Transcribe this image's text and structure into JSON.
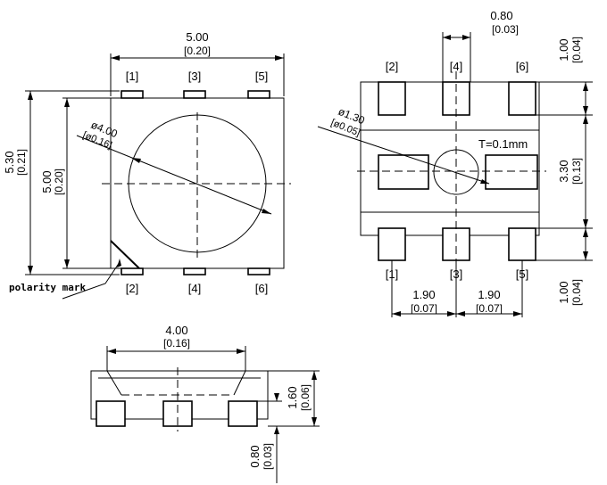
{
  "top_view": {
    "width": "5.00",
    "width_in": "[0.20]",
    "height_outer": "5.30",
    "height_outer_in": "[0.21]",
    "height_inner": "5.00",
    "height_inner_in": "[0.20]",
    "lens": "ø4.00",
    "lens_in": "[ø0.16]",
    "pins_top": [
      "[1]",
      "[3]",
      "[5]"
    ],
    "pins_bottom": [
      "[2]",
      "[4]",
      "[6]"
    ],
    "polarity_label": "polarity mark"
  },
  "bottom_view": {
    "pad_width": "0.80",
    "pad_width_in": "[0.03]",
    "pad_height": "1.00",
    "pad_height_in": "[0.04]",
    "pad_height_b": "1.00",
    "pad_height_b_in": "[0.04]",
    "span": "3.30",
    "span_in": "[0.13]",
    "hole": "ø1.30",
    "hole_in": "[ø0.05]",
    "thickness_note": "T=0.1mm",
    "pitch_left": "1.90",
    "pitch_left_in": "[0.07]",
    "pitch_right": "1.90",
    "pitch_right_in": "[0.07]",
    "pins_top": [
      "[2]",
      "[4]",
      "[6]"
    ],
    "pins_bottom": [
      "[1]",
      "[3]",
      "[5]"
    ]
  },
  "side_view": {
    "width": "4.00",
    "width_in": "[0.16]",
    "height": "1.60",
    "height_in": "[0.06]",
    "pad_height": "0.80",
    "pad_height_in": "[0.03]"
  }
}
